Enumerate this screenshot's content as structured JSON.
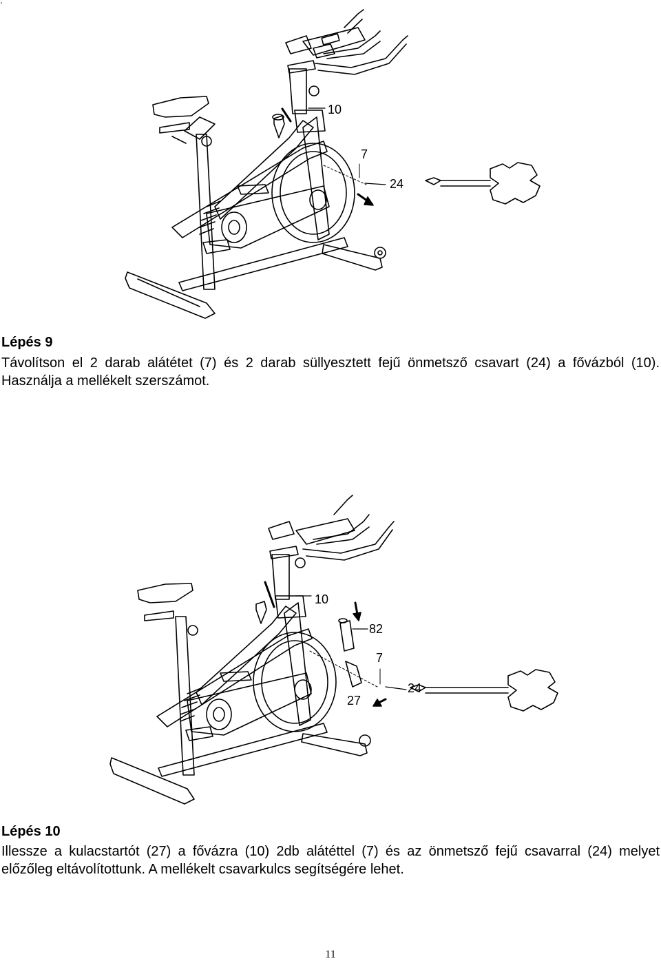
{
  "header_mark": ".",
  "figure1": {
    "callouts": {
      "frame": "10",
      "washer": "7",
      "screw": "24"
    }
  },
  "step9": {
    "title": "Lépés 9",
    "text": "Távolítson el 2 darab alátétet (7) és 2 darab süllyesztett fejű önmetsző csavart (24) a fővázból (10).   Használja a mellékelt szerszámot."
  },
  "figure2": {
    "callouts": {
      "frame": "10",
      "bottle": "82",
      "washer": "7",
      "holder": "27",
      "screw": "24"
    }
  },
  "step10": {
    "title": "Lépés 10",
    "text": "Illessze a kulacstartót (27) a fővázra (10) 2db alátéttel (7) és az önmetsző fejű csavarral (24) melyet előzőleg eltávolítottunk. A mellékelt csavarkulcs segítségére lehet."
  },
  "page_number": "11"
}
